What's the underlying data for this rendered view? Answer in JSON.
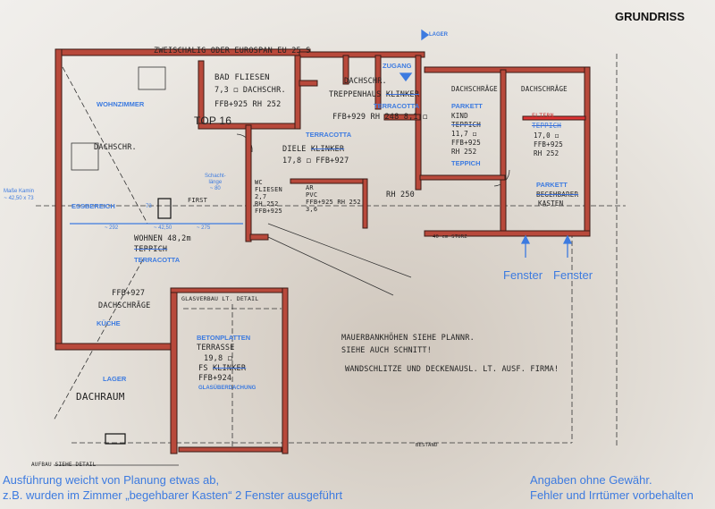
{
  "title": "GRUNDRISS",
  "plan_labels": {
    "top_wall": "ZWEISCHALIG ODER EUROSPAN EU 25 S",
    "bad1": "BAD FLIESEN",
    "bad2": "7,3 ◻ DACHSCHR.",
    "bad3": "FFB+925 RH 252",
    "trep0": "DACHSCHR.",
    "trep1a": "TREPPENHAUS",
    "trep1b": "KLINKER",
    "trep2": "FFB+929 RH 248 8,1 ◻",
    "top16": "TOP 16",
    "diele1a": "DIELE",
    "diele1b": "KLINKER",
    "diele2": "17,8 ◻ FFB+927",
    "dachschr": "DACHSCHR.",
    "wc1": "WC",
    "wc2": "FLIESEN",
    "wc3": "2,7",
    "wc4": "RH 252",
    "wc5": "FFB+925",
    "ar1": "AR",
    "ar2": "PVC",
    "ar3": "FFB+925 RH 252",
    "ar4": "3,6",
    "rh250": "RH 250",
    "kind0": "DACHSCHRÄGE",
    "kind1": "KIND",
    "kind2": "TEPPICH",
    "kind3": "11,7 ◻",
    "kind4": "FFB+925",
    "kind5": "RH 252",
    "elt0": "DACHSCHRÄGE",
    "elt1": "ELTERN",
    "elt2": "TEPPICH",
    "elt3": "17,0 ◻",
    "elt4": "FFB+925",
    "elt5": "RH 252",
    "kasten1": "BEGEHBARER",
    "kasten2": "KASTEN",
    "sturz": "40 cm STURZ",
    "wohnen": "WOHNEN 48,2m",
    "teppich": "TEPPICH",
    "kue1": "FFB+927",
    "kue2": "DACHSCHRÄGE",
    "glas": "GLASVERBAU LT. DETAIL",
    "ter1": "TERRASSE",
    "ter2": "19,8 ◻",
    "ter3a": "FS",
    "ter3b": "KLINKER",
    "ter4": "FFB+924",
    "dachraum": "DACHRAUM",
    "note1": "MAUERBANKHÖHEN SIEHE PLANNR.",
    "note2": "SIEHE AUCH SCHNITT!",
    "note3": "WANDSCHLITZE UND DECKENAUSL. LT. AUSF. FIRMA!",
    "bestand": "BESTAND",
    "first": "FIRST",
    "detail": "AUFBAU SIEHE DETAIL"
  },
  "annotations": {
    "wohnzimmer": "WOHNZIMMER",
    "terracotta1": "TERRACOTTA",
    "zugang": "ZUGANG",
    "lager_top": "LAGER",
    "terracotta2": "TERRACOTTA",
    "parkett1": "PARKETT",
    "teppich_kind": "TEPPICH",
    "parkett2": "PARKETT",
    "schacht1": "Schacht-",
    "schacht2": "länge",
    "schacht3": "~ 80",
    "kamin1": "Maße Kamin",
    "kamin2": "~ 42,50 x 73",
    "essbereich": "ESSBEREICH",
    "d1": "~ 292",
    "d2": "~ 42,50",
    "d3": "~ 275",
    "d4": "73",
    "terracotta3": "TERRACOTTA",
    "kueche": "KÜCHE",
    "betonplatten": "BETONPLATTEN",
    "lager": "LAGER",
    "glasueber": "GLASÜBERDACHUNG",
    "fenster1": "Fenster",
    "fenster2": "Fenster"
  },
  "footer": {
    "left1": "Ausführung weicht von Planung etwas ab,",
    "left2": "z.B. wurden im Zimmer „begehbarer Kasten“ 2 Fenster ausgeführt",
    "right1": "Angaben ohne Gewähr.",
    "right2": "Fehler und Irrtümer vorbehalten"
  },
  "colors": {
    "wall": "#b8493b",
    "annotation": "#3d7be0"
  }
}
